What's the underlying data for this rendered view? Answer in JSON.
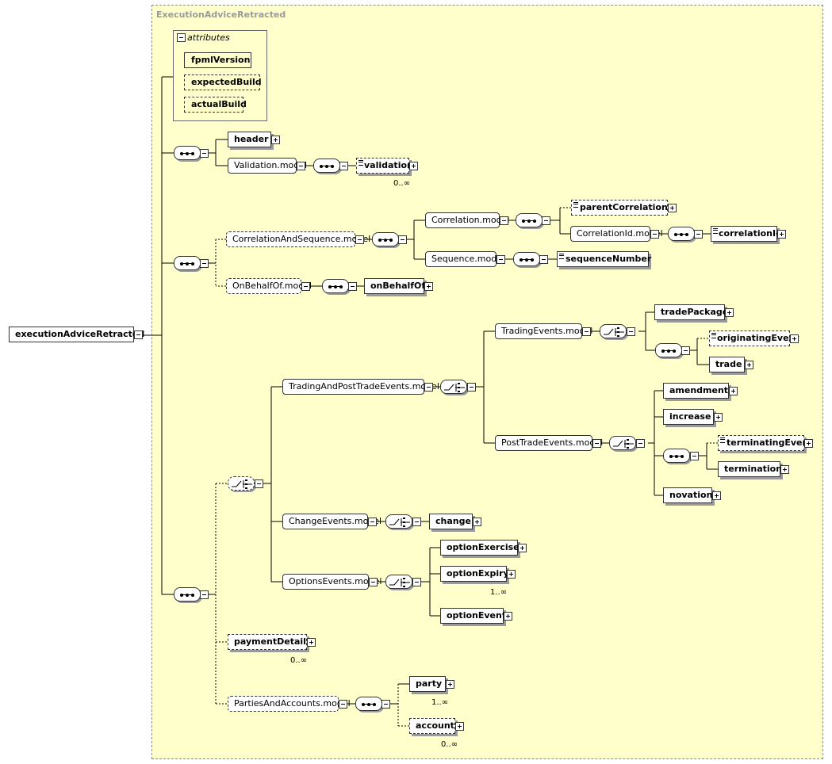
{
  "container_title": "ExecutionAdviceRetracted",
  "root": "executionAdviceRetracted",
  "attributes": {
    "header": "attributes",
    "items": [
      "fpmlVersion",
      "expectedBuild",
      "actualBuild"
    ]
  },
  "elements": {
    "header": "header",
    "validation_model": "Validation.model",
    "validation": "validation",
    "correlation_and_sequence_model": "CorrelationAndSequence.model",
    "correlation_model": "Correlation.model",
    "parent_correlation_id": "parentCorrelationId",
    "correlation_id_model": "CorrelationId.model",
    "correlation_id": "correlationId",
    "sequence_model": "Sequence.model",
    "sequence_number": "sequenceNumber",
    "on_behalf_of_model": "OnBehalfOf.model",
    "on_behalf_of": "onBehalfOf",
    "trading_and_post_trade_events_model": "TradingAndPostTradeEvents.model",
    "trading_events_model": "TradingEvents.model",
    "trade_package": "tradePackage",
    "originating_event": "originatingEvent",
    "trade": "trade",
    "post_trade_events_model": "PostTradeEvents.model",
    "amendment": "amendment",
    "increase": "increase",
    "terminating_event": "terminatingEvent",
    "termination": "termination",
    "novation": "novation",
    "change_events_model": "ChangeEvents.model",
    "change": "change",
    "options_events_model": "OptionsEvents.model",
    "option_exercise": "optionExercise",
    "option_expiry": "optionExpiry",
    "option_event": "optionEvent",
    "payment_details": "paymentDetails",
    "parties_and_accounts_model": "PartiesAndAccounts.model",
    "party": "party",
    "account": "account"
  },
  "cardinalities": {
    "validation": "0..∞",
    "option_expiry": "1..∞",
    "payment_details": "0..∞",
    "party": "1..∞",
    "account": "0..∞"
  }
}
